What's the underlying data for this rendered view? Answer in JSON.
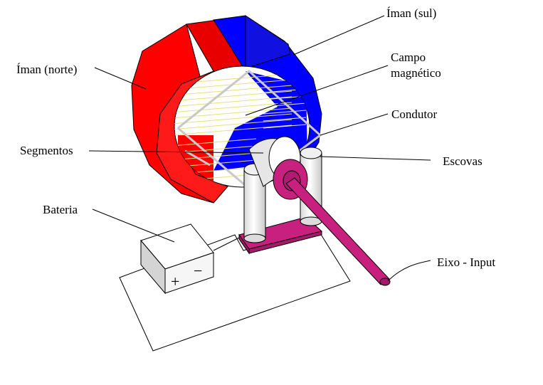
{
  "labels": {
    "magnet_south": "Íman (sul)",
    "magnet_north": "Íman (norte)",
    "field_line1": "Campo",
    "field_line2": "magnético",
    "conductor": "Condutor",
    "segments": "Segmentos",
    "brushes": "Escovas",
    "battery": "Bateria",
    "axle": "Eixo - Input"
  },
  "battery_symbols": {
    "plus": "+",
    "minus": "−"
  },
  "colors": {
    "north_pole": "#ff0000",
    "south_pole": "#0000ff",
    "axle": "#c8207e",
    "field_lines": "#e8e07a",
    "outline": "#000000"
  }
}
